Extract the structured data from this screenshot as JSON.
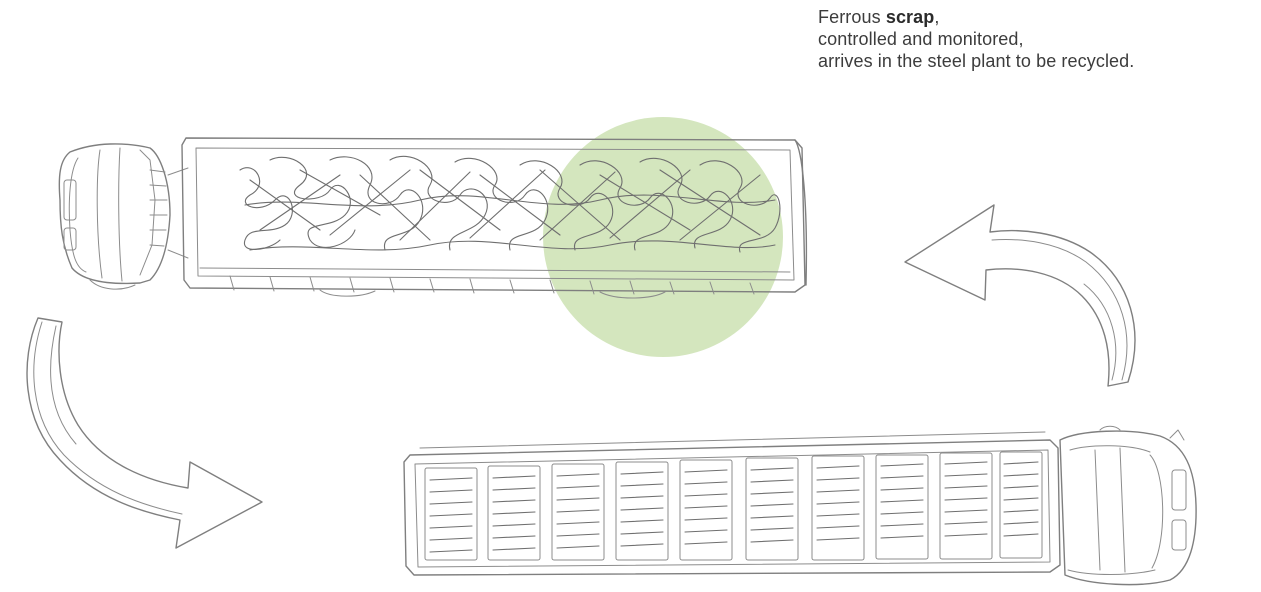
{
  "caption": {
    "prefix": "Ferrous ",
    "highlight": "scrap",
    "suffix": ",",
    "line2": "controlled and monitored,",
    "line3": "arrives in the steel plant to be recycled."
  },
  "colors": {
    "highlight_circle": "#cfe3b7",
    "sketch_stroke": "#7f7f7f",
    "text": "#3c3c3c"
  },
  "icons": {
    "upper_truck": "loaded-scrap-truck",
    "lower_truck": "covered-truck",
    "left_arrow": "curved-arrow-down-right",
    "right_arrow": "curved-arrow-up-left"
  }
}
